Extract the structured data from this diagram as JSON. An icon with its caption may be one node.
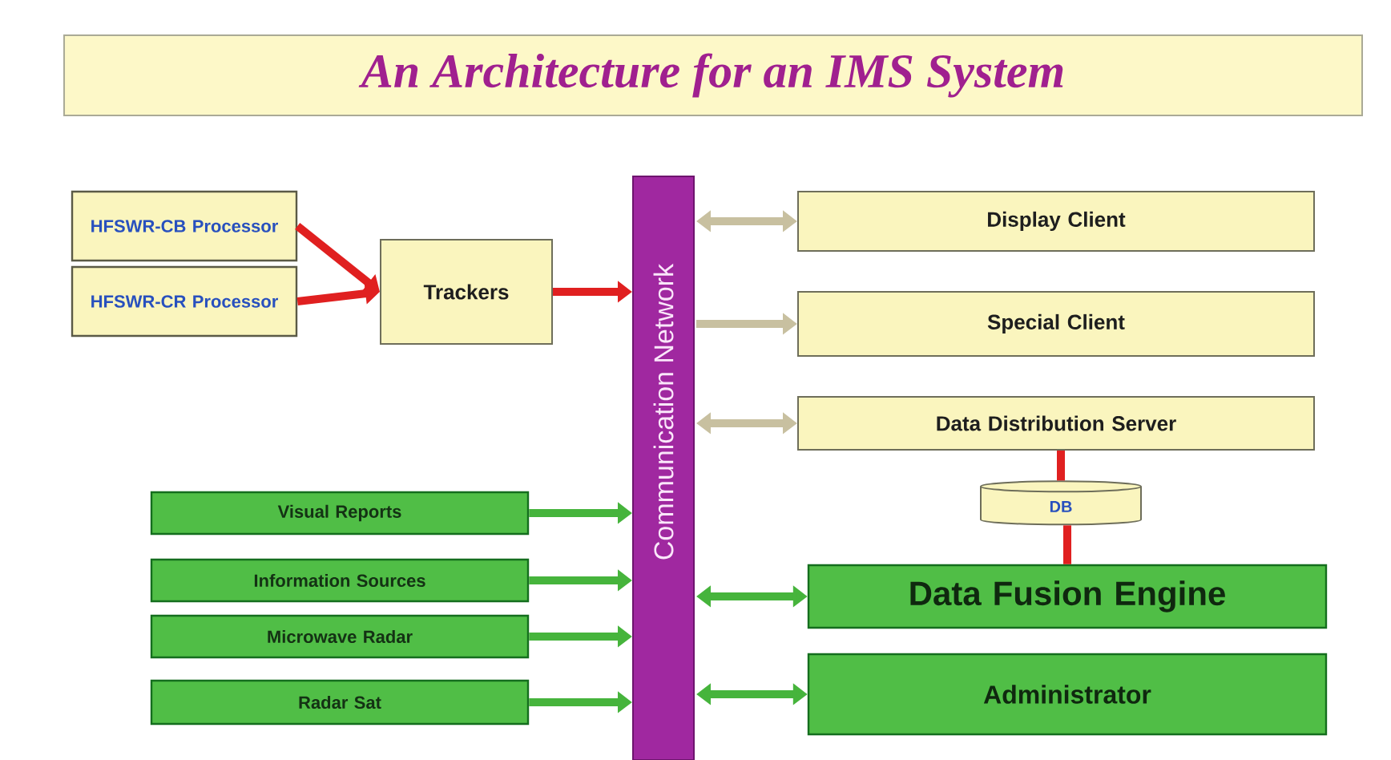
{
  "diagram": {
    "title": "An Architecture for an IMS System",
    "nodes": [
      {
        "text": [
          "HFSWR-CB Processor"
        ]
      },
      {
        "text": [
          "HFSWR-CR Processor"
        ]
      },
      {
        "text": [
          "Trackers"
        ]
      },
      {
        "text": [
          "Communication Network"
        ]
      },
      {
        "text": [
          "Display Client"
        ]
      },
      {
        "text": [
          "Special Client"
        ]
      },
      {
        "text": [
          "Data Distribution Server"
        ]
      },
      {
        "text": [
          "DB"
        ]
      },
      {
        "text": [
          "Visual Reports"
        ]
      },
      {
        "text": [
          "Information Sources"
        ]
      },
      {
        "text": [
          "Microwave Radar"
        ]
      },
      {
        "text": [
          "Radar Sat"
        ]
      },
      {
        "text": [
          "Data Fusion Engine"
        ]
      },
      {
        "text": [
          "Administrator"
        ]
      }
    ],
    "edges": [
      {
        "from": 0,
        "to": 2,
        "arrow": "to",
        "color": "#e02020"
      },
      {
        "from": 1,
        "to": 2,
        "arrow": "to",
        "color": "#e02020"
      },
      {
        "from": 2,
        "to": 3,
        "arrow": "to",
        "color": "#e02020"
      },
      {
        "from": 3,
        "to": 4,
        "arrow": "both",
        "color": "#c8c0a0"
      },
      {
        "from": 3,
        "to": 5,
        "arrow": "to",
        "color": "#c8c0a0"
      },
      {
        "from": 3,
        "to": 6,
        "arrow": "both",
        "color": "#c8c0a0"
      },
      {
        "from": 6,
        "to": 7,
        "arrow": "none",
        "color": "#e02020"
      },
      {
        "from": 7,
        "to": 12,
        "arrow": "none",
        "color": "#e02020"
      },
      {
        "from": 8,
        "to": 3,
        "arrow": "to"
      },
      {
        "from": 9,
        "to": 3,
        "arrow": "to"
      },
      {
        "from": 10,
        "to": 3,
        "arrow": "to"
      },
      {
        "from": 11,
        "to": 3,
        "arrow": "to"
      },
      {
        "from": 3,
        "to": 12,
        "arrow": "both"
      },
      {
        "from": 3,
        "to": 13,
        "arrow": "both"
      }
    ]
  }
}
